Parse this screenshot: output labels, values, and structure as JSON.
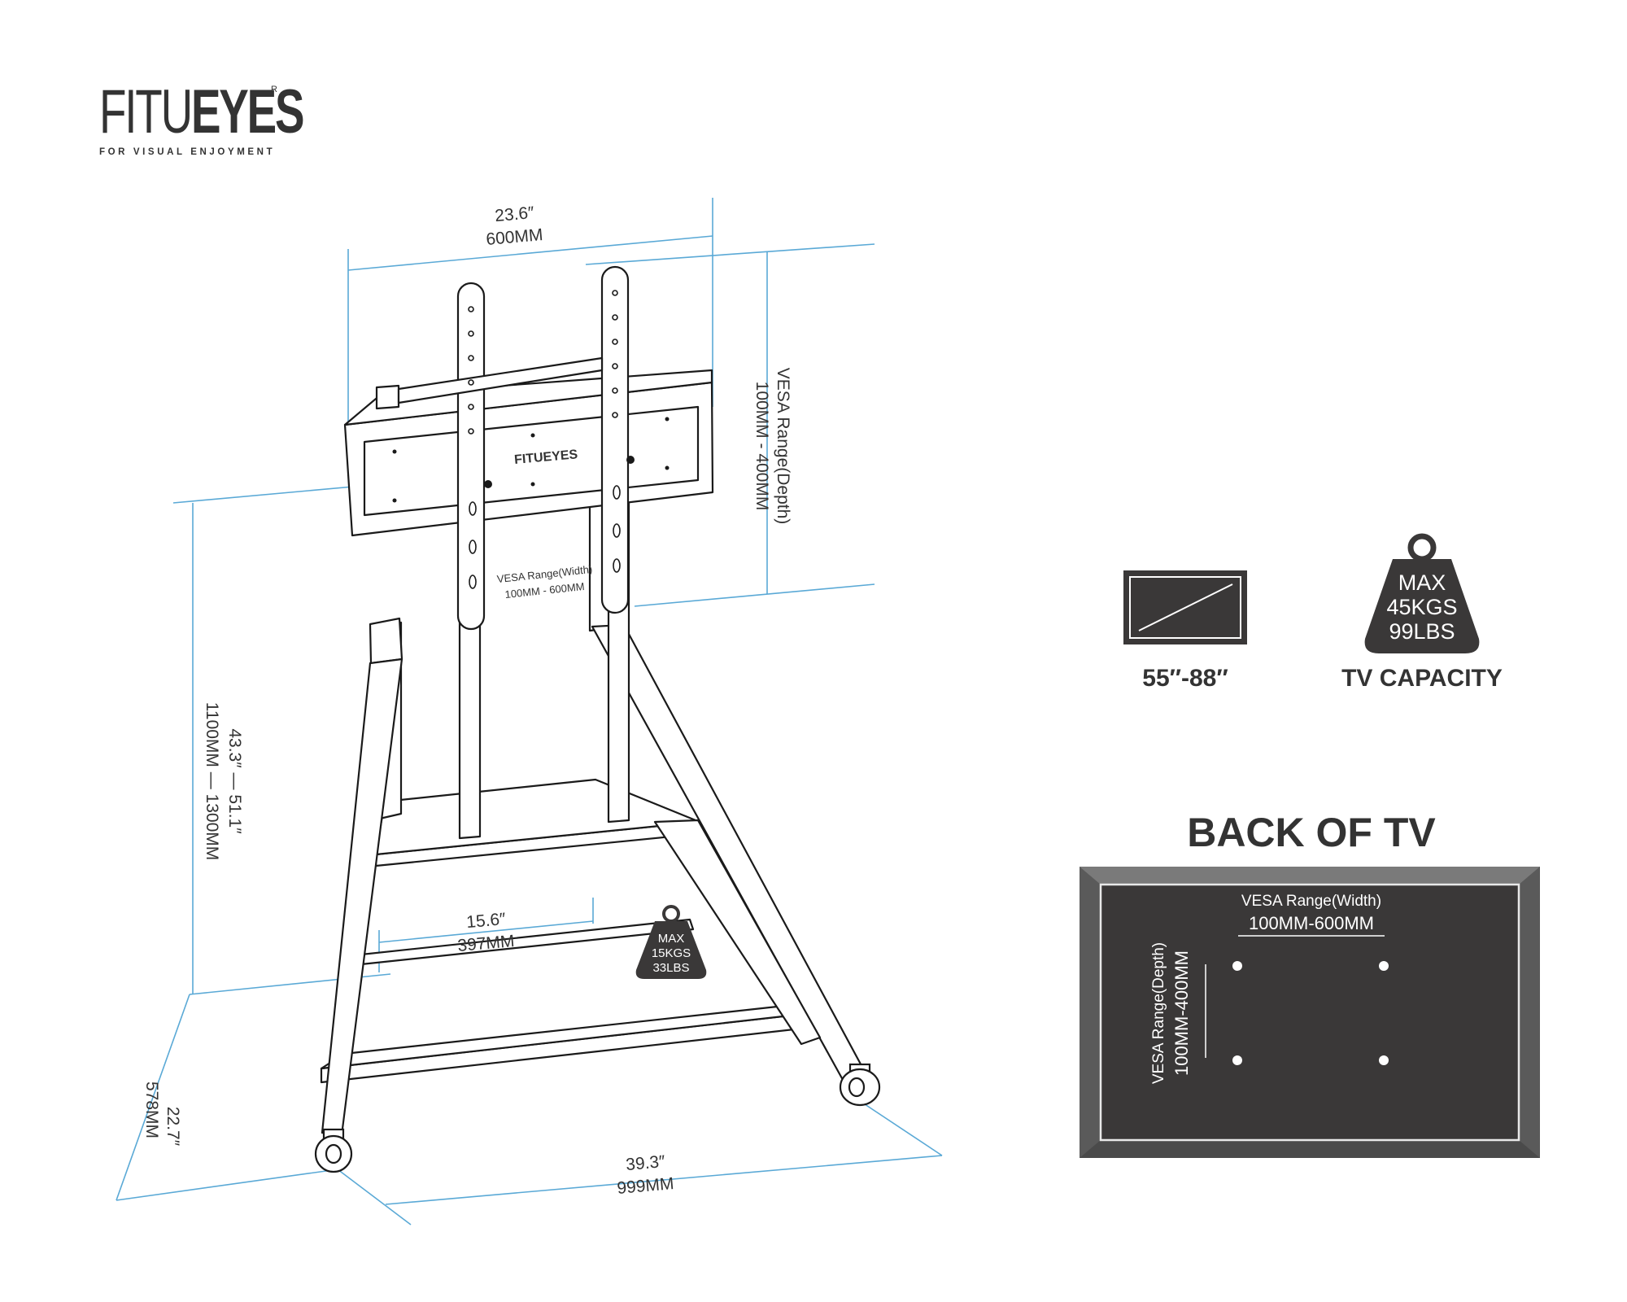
{
  "brand": {
    "logo_text_thin": "FITU",
    "logo_text_bold": "EYES",
    "logo_registered": "R",
    "tagline": "FOR VISUAL ENJOYMENT",
    "plate_logo": "FITUEYES"
  },
  "dimensions": {
    "top_width_in": "23.6″",
    "top_width_mm": "600MM",
    "vesa_depth_label": "VESA Range(Depth)",
    "vesa_depth_value": "100MM - 400MM",
    "vesa_width_label": "VESA Range(Width)",
    "vesa_width_value": "100MM - 600MM",
    "height_in": "43.3″  —  51.1″",
    "height_mm": "1100MM  —  1300MM",
    "shelf_width_in": "15.6″",
    "shelf_width_mm": "397MM",
    "base_depth_in": "22.7″",
    "base_depth_mm": "578MM",
    "base_width_in": "39.3″",
    "base_width_mm": "999MM"
  },
  "shelf_weight": {
    "line1": "MAX",
    "line2": "15KGS",
    "line3": "33LBS"
  },
  "specs": {
    "tv_size": "55″-88″",
    "capacity_line1": "MAX",
    "capacity_line2": "45KGS",
    "capacity_line3": "99LBS",
    "capacity_label": "TV CAPACITY"
  },
  "back_of_tv": {
    "title": "BACK OF TV",
    "width_label": "VESA Range(Width)",
    "width_value": "100MM-600MM",
    "depth_label": "VESA Range(Depth)",
    "depth_value": "100MM-400MM"
  },
  "colors": {
    "dimension_line": "#5aa9d6",
    "dark_fill": "#3a3838",
    "frame_grey": "#5a5a5a",
    "outline": "#1a1a1a"
  }
}
